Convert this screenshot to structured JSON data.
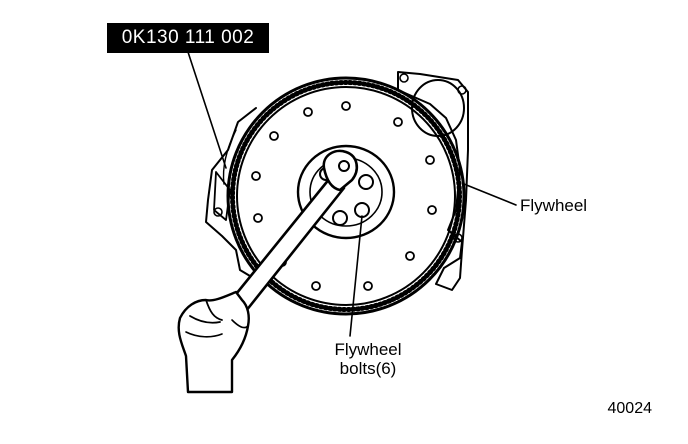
{
  "tool_number": "0K130 111 002",
  "labels": {
    "flywheel": "Flywheel",
    "bolts_line1": "Flywheel",
    "bolts_line2": "bolts(6)"
  },
  "figure_number": "40024",
  "colors": {
    "ink": "#000000",
    "paper": "#ffffff"
  }
}
